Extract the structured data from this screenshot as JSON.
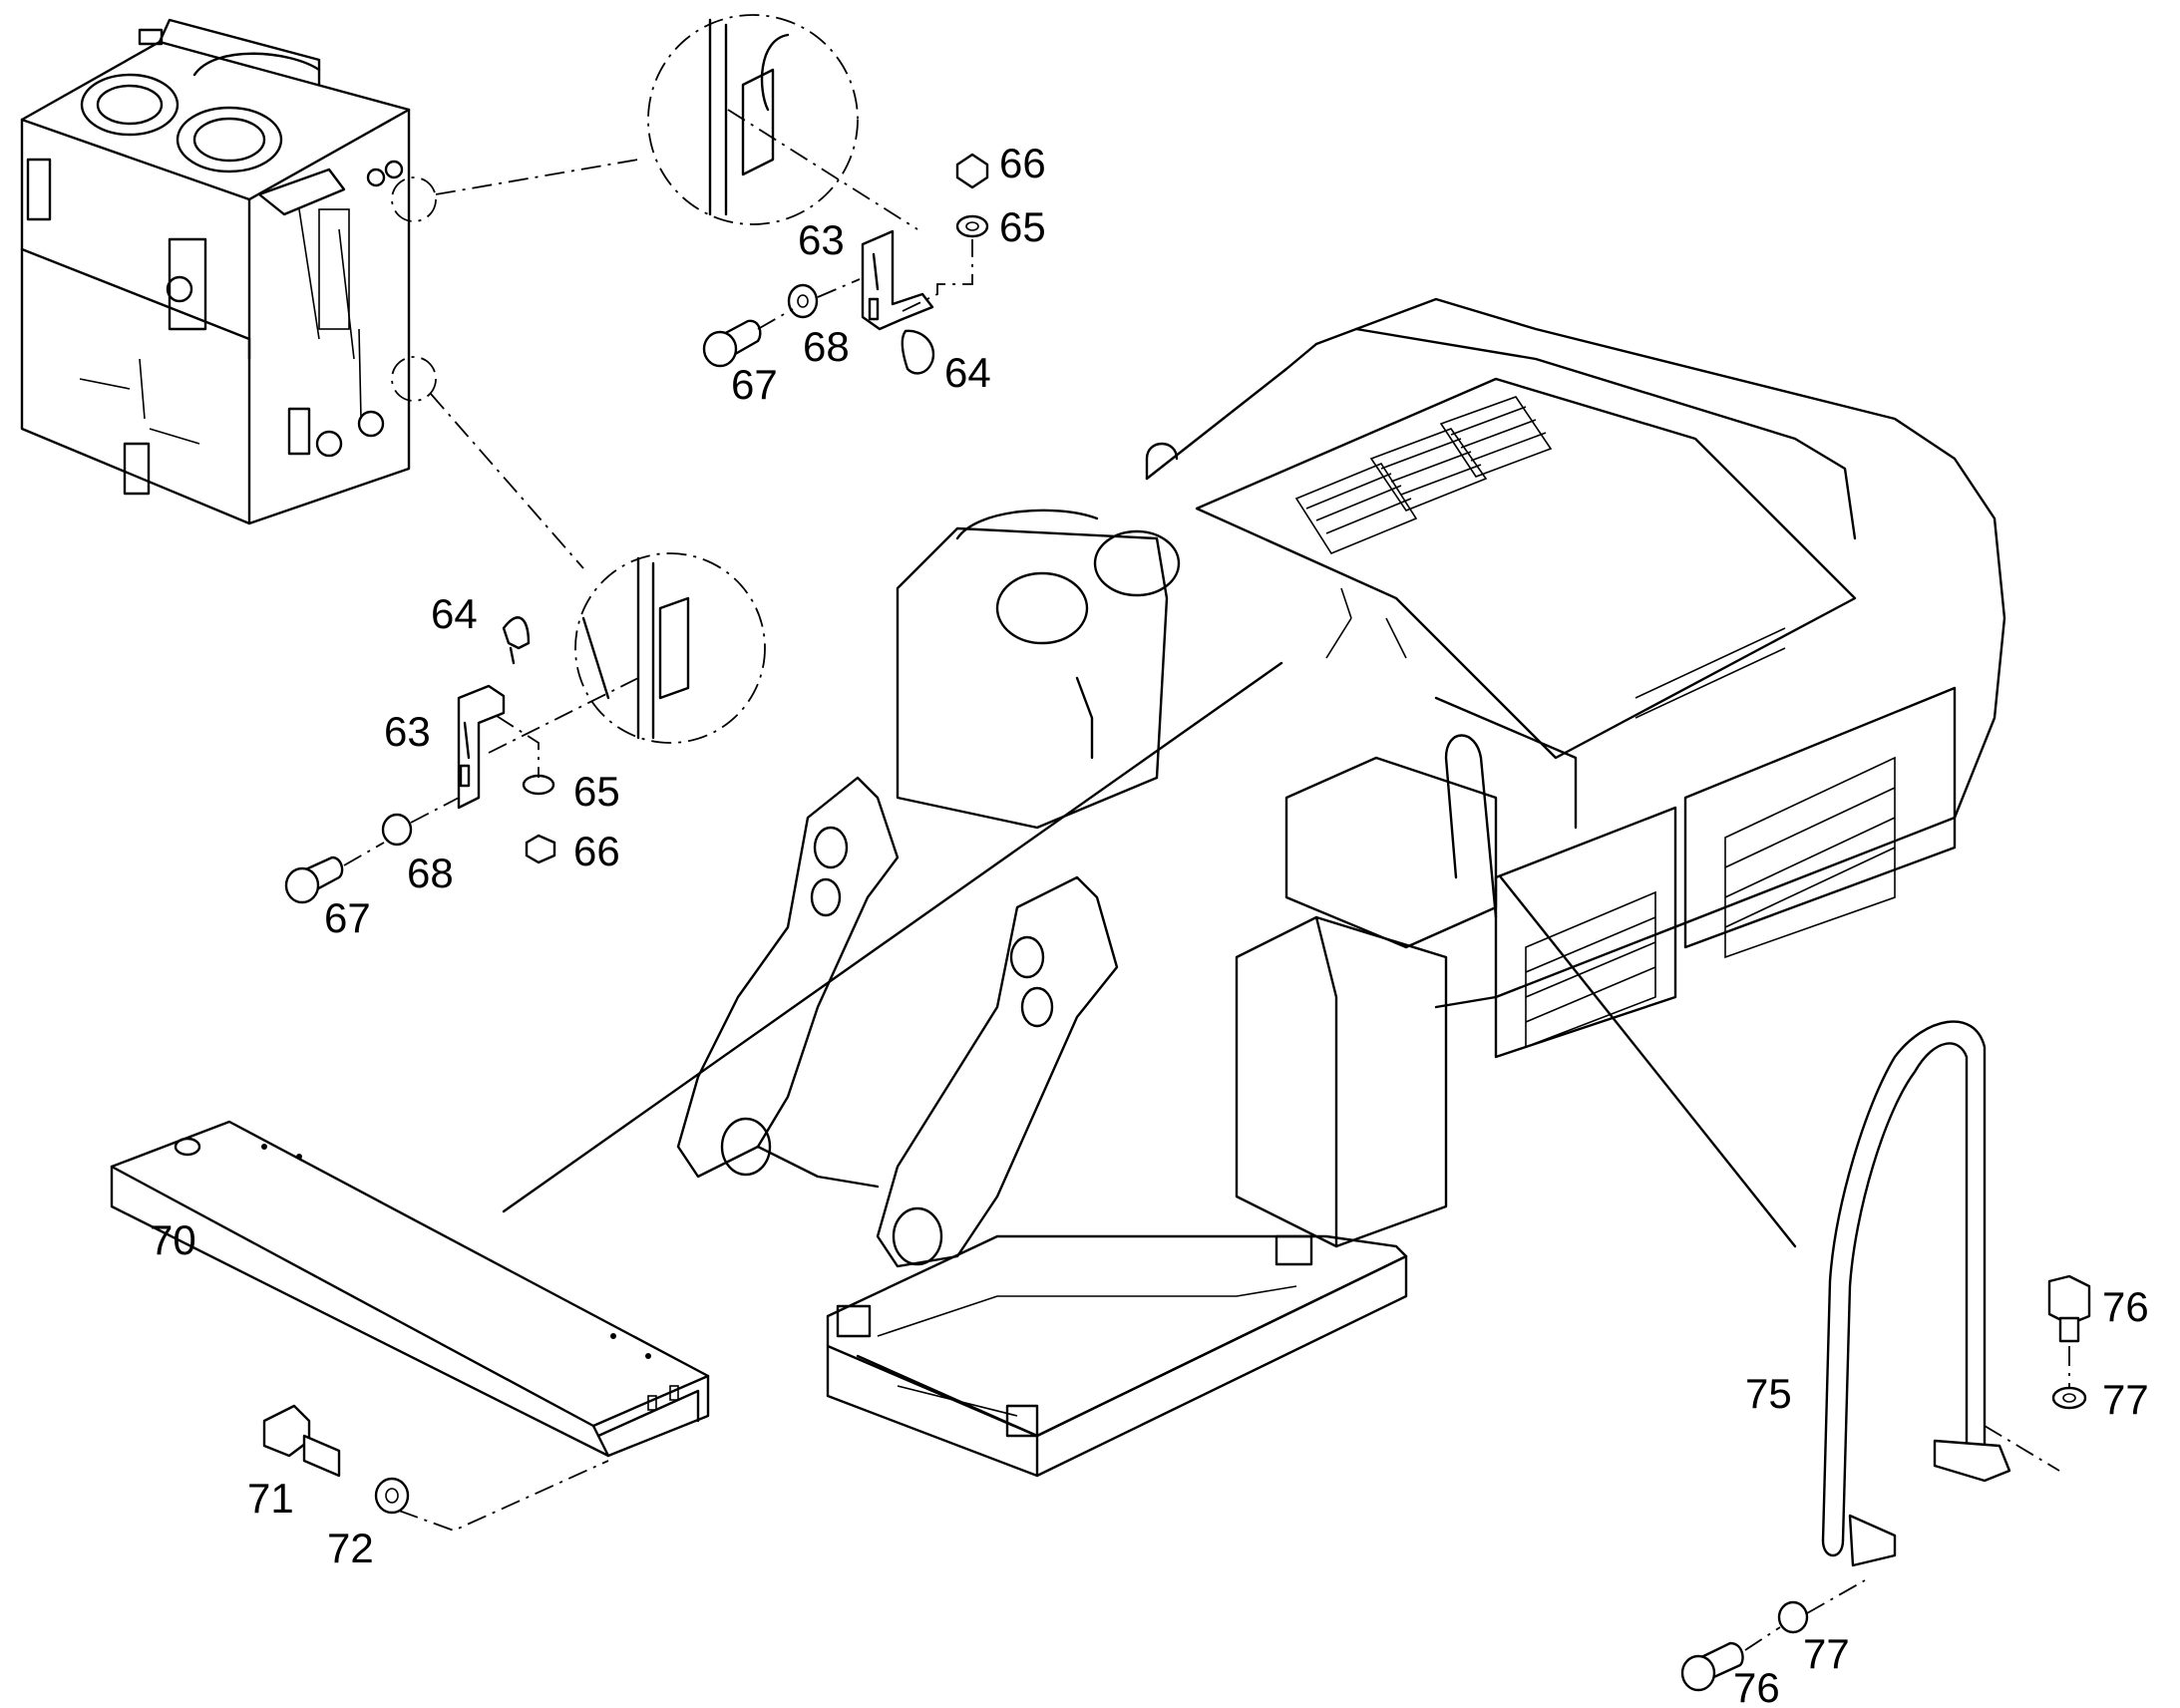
{
  "labels": {
    "l66a": "66",
    "l65a": "65",
    "l63a": "63",
    "l68a": "68",
    "l67a": "67",
    "l64a": "64",
    "l64b": "64",
    "l63b": "63",
    "l65b": "65",
    "l68b": "68",
    "l66b": "66",
    "l67b": "67",
    "l70": "70",
    "l71": "71",
    "l72": "72",
    "l75": "75",
    "l76a": "76",
    "l77a": "77",
    "l77b": "77",
    "l76b": "76"
  }
}
